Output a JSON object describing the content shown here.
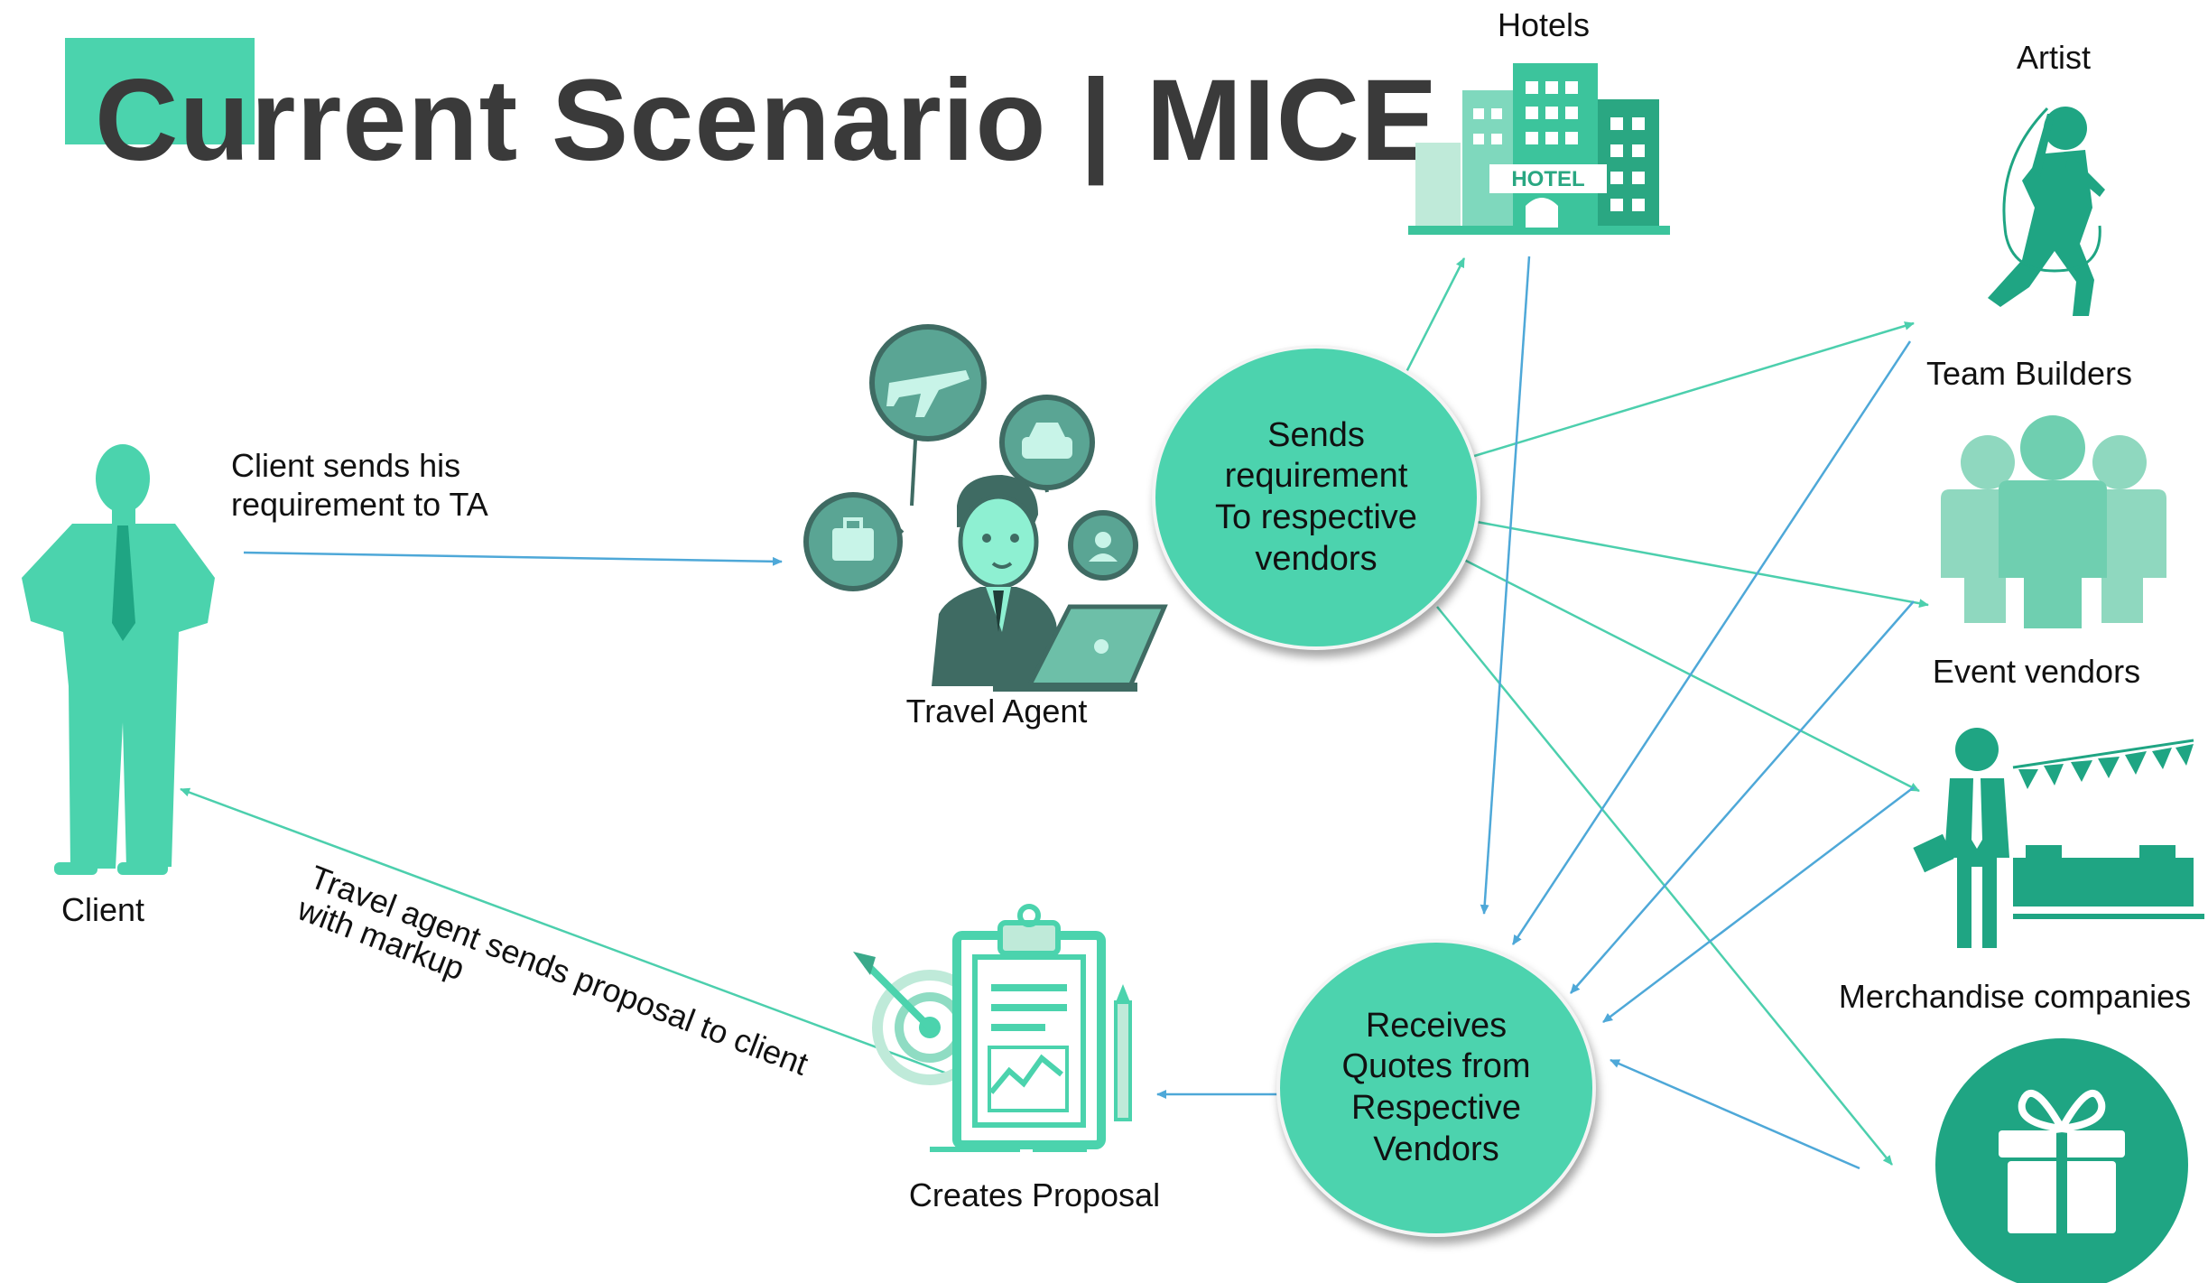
{
  "title": "Current Scenario | MICE",
  "nodes": {
    "client": "Client",
    "travel_agent": "Travel Agent",
    "creates_proposal": "Creates Proposal",
    "sends_requirement": "Sends\nrequirement\nTo respective\nvendors",
    "receives_quotes": "Receives\nQuotes from\nRespective\nVendors"
  },
  "vendors": {
    "hotels": "Hotels",
    "artist": "Artist",
    "team_builders": "Team Builders",
    "event_vendors": "Event vendors",
    "merchandise": "Merchandise companies",
    "hotel_sign": "HOTEL"
  },
  "edges": {
    "client_to_ta": "Client sends his\nrequirement to TA",
    "ta_to_client": "Travel agent sends proposal to client\nwith markup"
  },
  "colors": {
    "accent": "#4bd3ad",
    "dark_teal": "#1fa583",
    "icon_dark": "#3f6b63",
    "arrow_teal": "#4ccfad",
    "arrow_blue": "#4ea8d8"
  }
}
